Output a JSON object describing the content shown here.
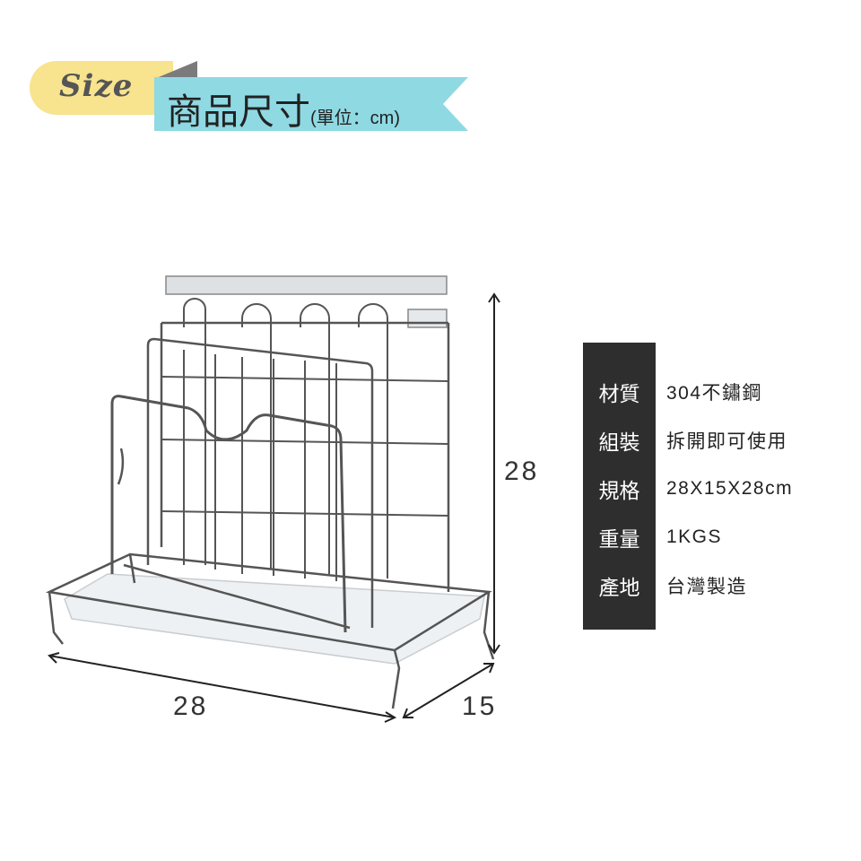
{
  "header": {
    "size_word": "Size",
    "title": "商品尺寸",
    "unit": "(單位：cm)"
  },
  "dimensions": {
    "height": "28",
    "length": "28",
    "depth": "15"
  },
  "specs": [
    {
      "label": "材質",
      "value": "304不鏽鋼"
    },
    {
      "label": "組裝",
      "value": "拆開即可使用"
    },
    {
      "label": "規格",
      "value": "28X15X28cm"
    },
    {
      "label": "重量",
      "value": "1KGS"
    },
    {
      "label": "產地",
      "value": "台灣製造"
    }
  ],
  "colors": {
    "pill": "#f8e38e",
    "banner": "#8fd9e3",
    "panel": "#2e2e2e"
  }
}
